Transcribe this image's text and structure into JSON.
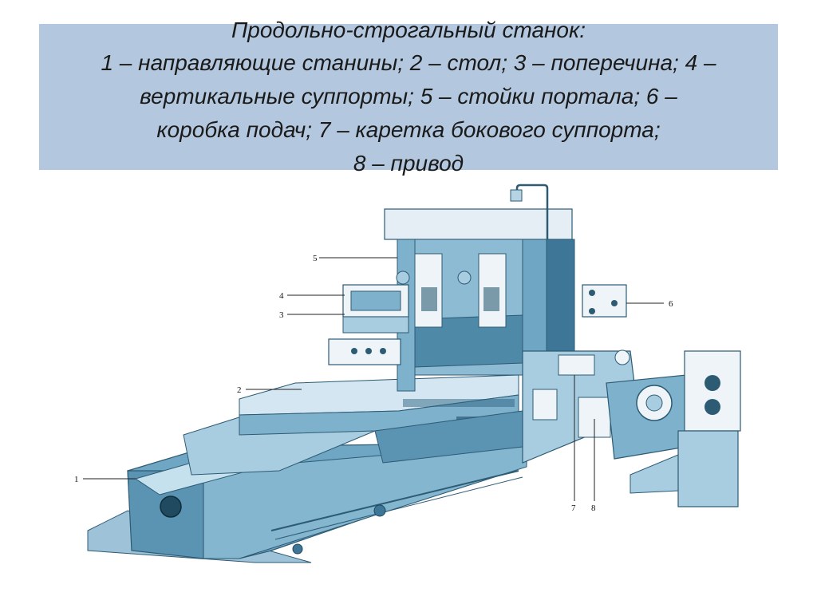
{
  "caption": {
    "lines": [
      "Продольно-строгальный станок:",
      "1 – направляющие станины; 2 – стол; 3 – поперечина; 4 –",
      "вертикальные суппорты; 5 – стойки портала; 6 –",
      "коробка подач; 7 – каретка бокового суппорта;",
      "8 – привод"
    ]
  },
  "callouts": [
    "1",
    "2",
    "3",
    "4",
    "5",
    "6",
    "7",
    "8"
  ],
  "colors": {
    "caption_bg": "#b3c8df",
    "machine_light": "#a9cde0",
    "machine_mid": "#6fa6c3",
    "machine_dark": "#3d7696",
    "machine_white": "#eef4f8"
  }
}
